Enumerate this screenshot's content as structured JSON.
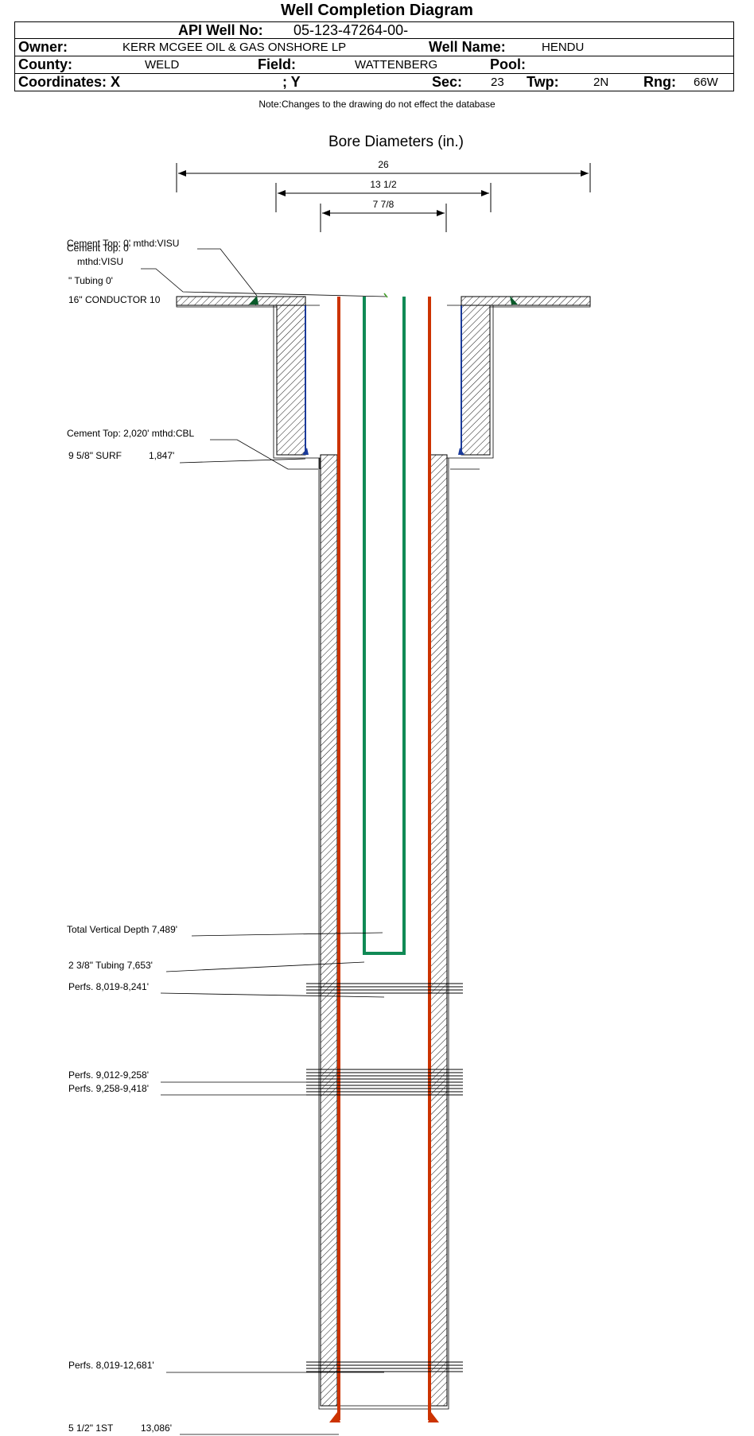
{
  "header": {
    "title": "Well Completion Diagram",
    "api_label": "API Well No:",
    "api_value": "05-123-47264-00-",
    "owner_label": "Owner:",
    "owner_value": "KERR MCGEE OIL & GAS ONSHORE LP",
    "well_name_label": "Well Name:",
    "well_name_value": "HENDU",
    "county_label": "County:",
    "county_value": "WELD",
    "field_label": "Field:",
    "field_value": "WATTENBERG",
    "pool_label": "Pool:",
    "pool_value": "",
    "coord_x_label": "Coordinates: X",
    "coord_y_label": "; Y",
    "sec_label": "Sec:",
    "sec_value": "23",
    "twp_label": "Twp:",
    "twp_value": "2N",
    "rng_label": "Rng:",
    "rng_value": "66W"
  },
  "note": "Note:Changes to the drawing do not effect the database",
  "bore": {
    "title": "Bore Diameters (in.)",
    "dims": [
      "26",
      "13 1/2",
      "7 7/8"
    ]
  },
  "labels": {
    "cement_top_1": "Cement Top: 0' mthd:VISU",
    "cement_top_1_overlap_a": "Cement Top: 0'",
    "cement_top_1_overlap_b": "mthd:VISU",
    "tubing_top": "\" Tubing 0'",
    "conductor": "16\" CONDUCTOR  10",
    "cement_top_2": "Cement Top: 2,020' mthd:CBL",
    "surface_casing": "9 5/8\" SURF",
    "surface_depth": "1,847'",
    "tvd": "Total Vertical Depth 7,489'",
    "tubing_bottom": "2 3/8\" Tubing 7,653'",
    "perfs_1": "Perfs. 8,019-8,241'",
    "perfs_2": "Perfs. 9,012-9,258'",
    "perfs_3": "Perfs. 9,258-9,418'",
    "perfs_4": "Perfs. 8,019-12,681'",
    "production_casing": "5 1/2\" 1ST",
    "production_depth": "13,086'"
  },
  "colors": {
    "casing": "#cc3300",
    "tubing": "#108a55",
    "cement_mark": "#1a3a9a"
  }
}
